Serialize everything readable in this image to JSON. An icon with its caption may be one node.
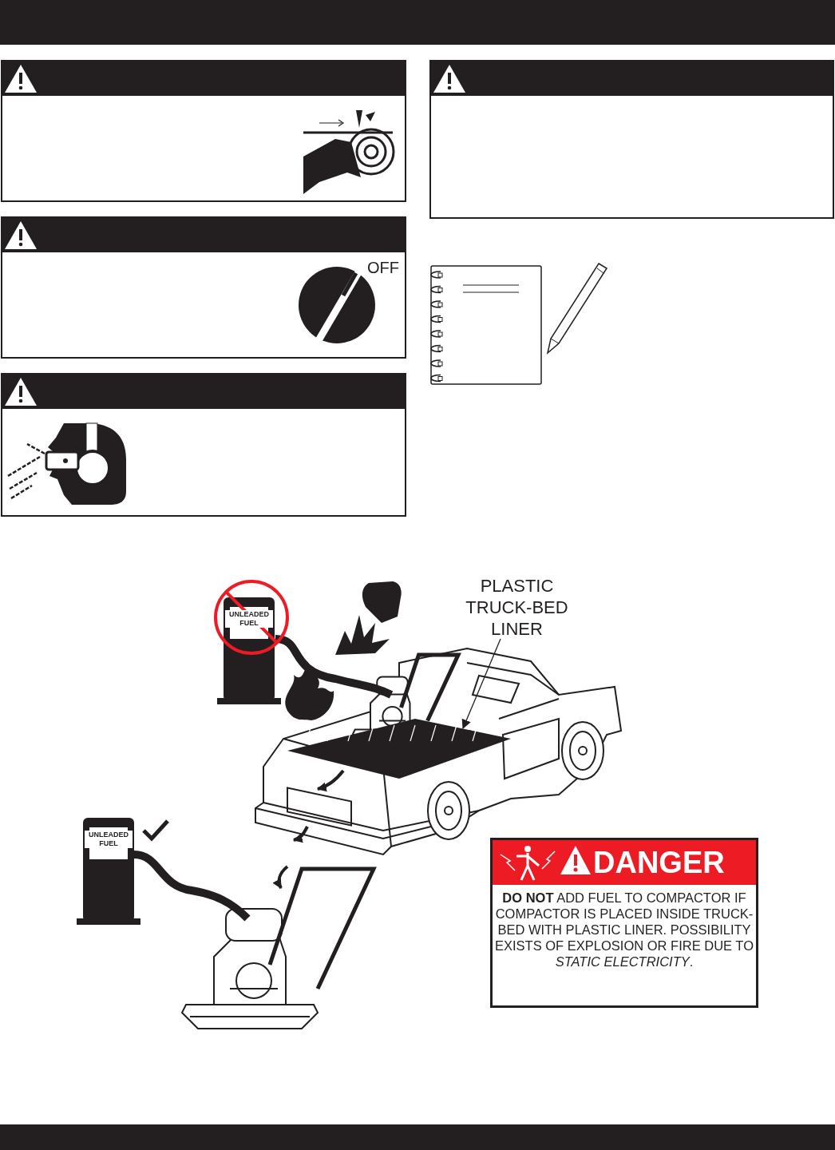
{
  "diagram": {
    "nodes": [
      {
        "text": [
          "PLASTIC TRUCK-BED LINER"
        ]
      },
      {
        "text": [
          "DANGER",
          "**DO NOT** ADD FUEL TO COMPACTOR IF COMPACTOR IS PLACED INSIDE TRUCK-BED WITH PLASTIC LINER. POSSIBILITY EXISTS OF EXPLOSION OR FIRE DUE TO *STATIC ELECTRICITY*."
        ]
      },
      {
        "text": [],
        "shape": "picture"
      }
    ],
    "edges": [
      {
        "from": 0,
        "to": 2,
        "arrow": "to"
      }
    ],
    "labels": [
      "OFF",
      "UNLEADED FUEL",
      "UNLEADED FUEL"
    ]
  }
}
